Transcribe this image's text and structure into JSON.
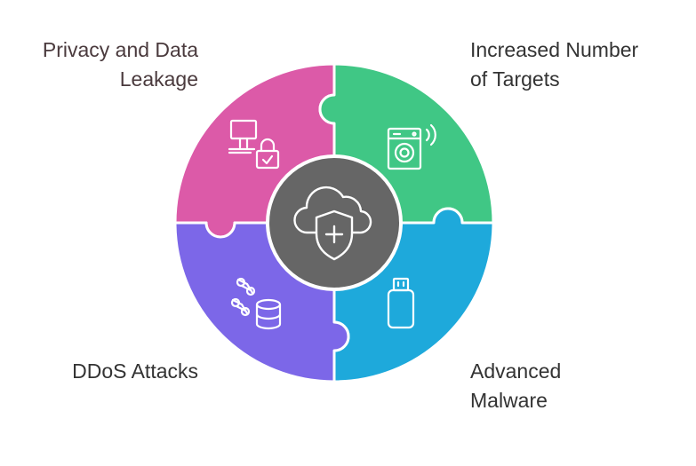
{
  "segments": [
    {
      "id": "tl",
      "lines": [
        "Privacy and Data",
        "Leakage"
      ],
      "color": "#dc5aa8",
      "icon": "monitor-lock-icon"
    },
    {
      "id": "tr",
      "lines": [
        "Increased Number",
        "of Targets"
      ],
      "color": "#40c785",
      "icon": "smart-appliance-icon"
    },
    {
      "id": "bl",
      "lines": [
        "DDoS Attacks"
      ],
      "color": "#7c67e8",
      "icon": "database-attack-icon"
    },
    {
      "id": "br",
      "lines": [
        "Advanced",
        "Malware"
      ],
      "color": "#1ea9db",
      "icon": "usb-drive-icon"
    }
  ],
  "center": {
    "color": "#666666",
    "icon": "cloud-shield-icon"
  }
}
